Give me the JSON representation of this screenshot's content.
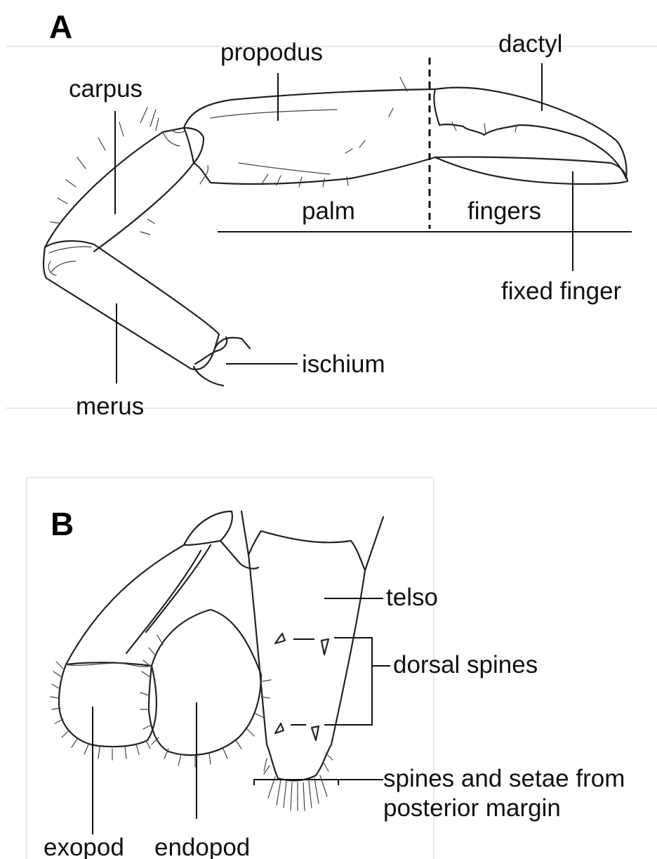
{
  "panel_a": {
    "letter": "A",
    "labels": {
      "carpus": "carpus",
      "propodus": "propodus",
      "dactyl": "dactyl",
      "palm": "palm",
      "fingers": "fingers",
      "fixed_finger": "fixed finger",
      "ischium": "ischium",
      "merus": "merus"
    }
  },
  "panel_b": {
    "letter": "B",
    "labels": {
      "telso": "telso",
      "dorsal_spines": "dorsal spines",
      "spines_setae_line1": "spines and setae from",
      "spines_setae_line2": "posterior margin",
      "exopod": "exopod",
      "endopod": "endopod"
    }
  }
}
